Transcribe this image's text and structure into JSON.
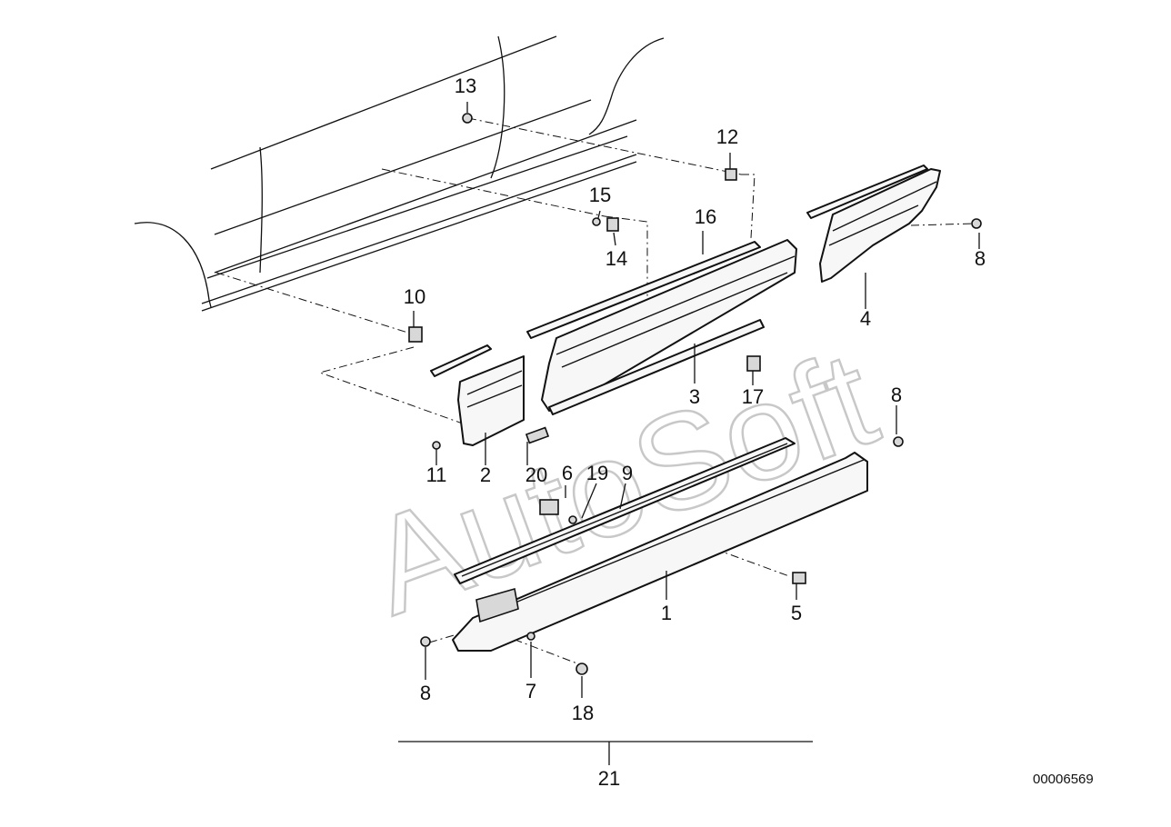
{
  "watermark": "AutoSoft",
  "drawing_id": "00006569",
  "callouts": {
    "c1": "1",
    "c2": "2",
    "c3": "3",
    "c4": "4",
    "c5": "5",
    "c6": "6",
    "c7": "7",
    "c8a": "8",
    "c8b": "8",
    "c8c": "8",
    "c9": "9",
    "c10": "10",
    "c11": "11",
    "c12": "12",
    "c13": "13",
    "c14": "14",
    "c15": "15",
    "c16": "16",
    "c17": "17",
    "c18": "18",
    "c19": "19",
    "c20": "20",
    "c21": "21"
  }
}
